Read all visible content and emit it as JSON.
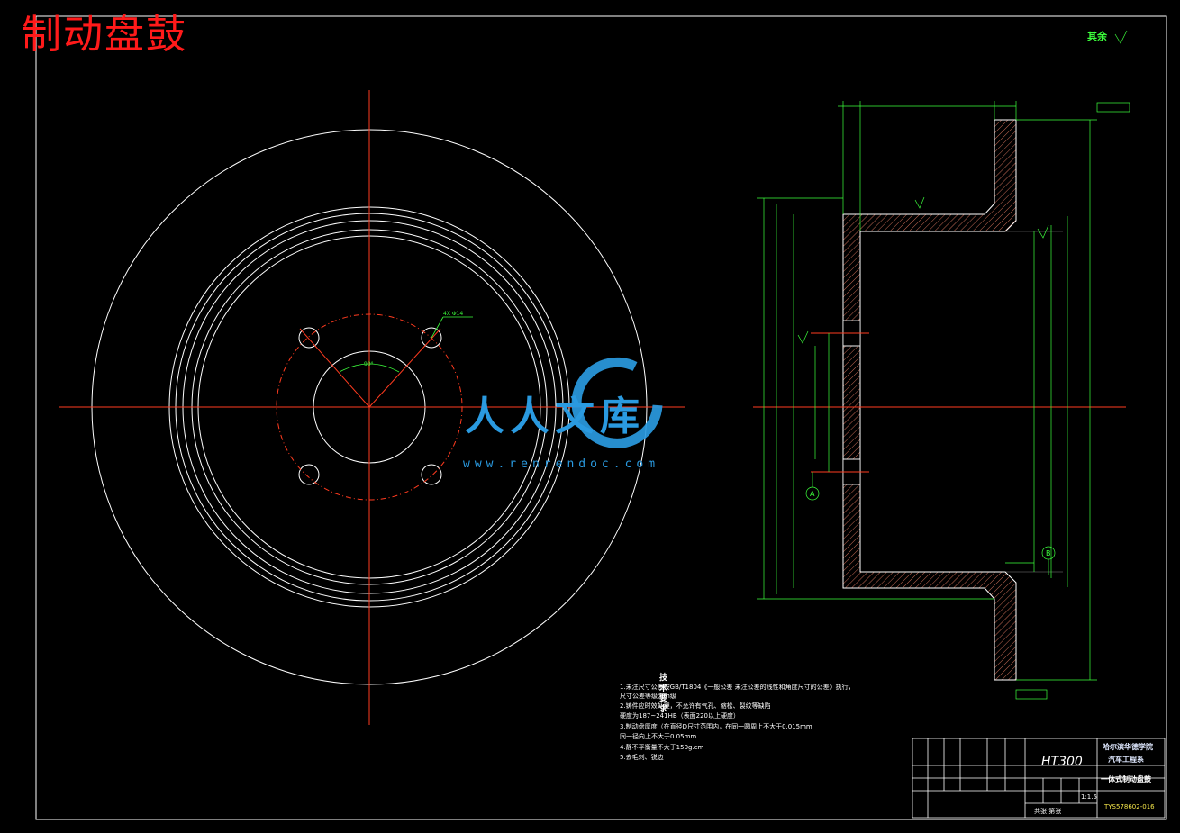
{
  "drawing": {
    "title": "制动盘鼓",
    "roughness_note": "其余",
    "material": "HT300",
    "school": "哈尔滨华德学院",
    "department": "汽车工程系",
    "part_name": "一体式制动盘鼓",
    "drawing_number": "TYS578602-016",
    "scale": "1:1.5",
    "sheets": "共张 第张"
  },
  "tech_requirements": {
    "heading": "技术要求",
    "lines": [
      "1.未注尺寸公差按GB/T1804《一般公差 未注公差的线性和角度尺寸的公差》执行，",
      "  尺寸公差等级为m级",
      "2.铸件应时效处理，不允许有气孔、缩松、裂纹等缺陷",
      "  硬度为187~241HB（表面220以上硬度）",
      "3.制动盘厚度（在直径D尺寸范围内，在同一圆周上不大于0.015mm",
      "  同一径向上不大于0.05mm",
      "4.静不平衡量不大于150g.cm",
      "5.去毛刺、锐边"
    ]
  },
  "annotations": {
    "holes": "4X Φ14",
    "angle": "90°",
    "datum_a": "A",
    "datum_b": "B"
  },
  "brand": {
    "name": "人人文库",
    "url": "www.renrendoc.com"
  },
  "colors": {
    "background": "#000000",
    "outline": "#ffffff",
    "centerline": "#ff3b1f",
    "dimension": "#3cff3c",
    "hatch": "#c46a55",
    "title_red": "#ff1a1a",
    "brand_blue": "#2a9ae0"
  }
}
